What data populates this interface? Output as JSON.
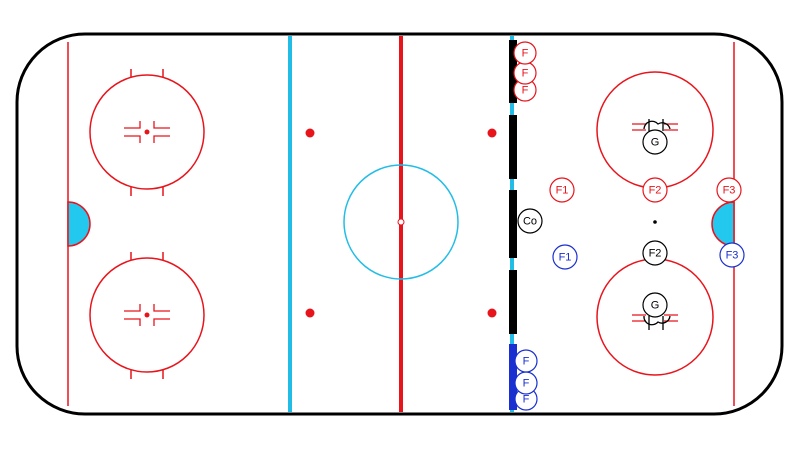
{
  "colors": {
    "red": "#e8141c",
    "blue": "#22bde6",
    "team_blue": "#1a2fd0",
    "black": "#000000",
    "crease": "#22c8ee"
  },
  "players": [
    {
      "id": "red-f-bench-1",
      "label": "F",
      "team": "red"
    },
    {
      "id": "red-f-bench-2",
      "label": "F",
      "team": "red"
    },
    {
      "id": "red-f-bench-3",
      "label": "F",
      "team": "red"
    },
    {
      "id": "red-f1",
      "label": "F1",
      "team": "red"
    },
    {
      "id": "red-f2",
      "label": "F2",
      "team": "red"
    },
    {
      "id": "red-f3",
      "label": "F3",
      "team": "red"
    },
    {
      "id": "coach",
      "label": "Co",
      "team": "black"
    },
    {
      "id": "goalie-top",
      "label": "G",
      "team": "black"
    },
    {
      "id": "goalie-bottom",
      "label": "G",
      "team": "black"
    },
    {
      "id": "blue-f1",
      "label": "F1",
      "team": "blue"
    },
    {
      "id": "blue-f2",
      "label": "F2",
      "team": "black"
    },
    {
      "id": "blue-f3",
      "label": "F3",
      "team": "blue"
    },
    {
      "id": "blue-f-bench-1",
      "label": "F",
      "team": "blue"
    },
    {
      "id": "blue-f-bench-2",
      "label": "F",
      "team": "blue"
    },
    {
      "id": "blue-f-bench-3",
      "label": "F",
      "team": "blue"
    }
  ]
}
